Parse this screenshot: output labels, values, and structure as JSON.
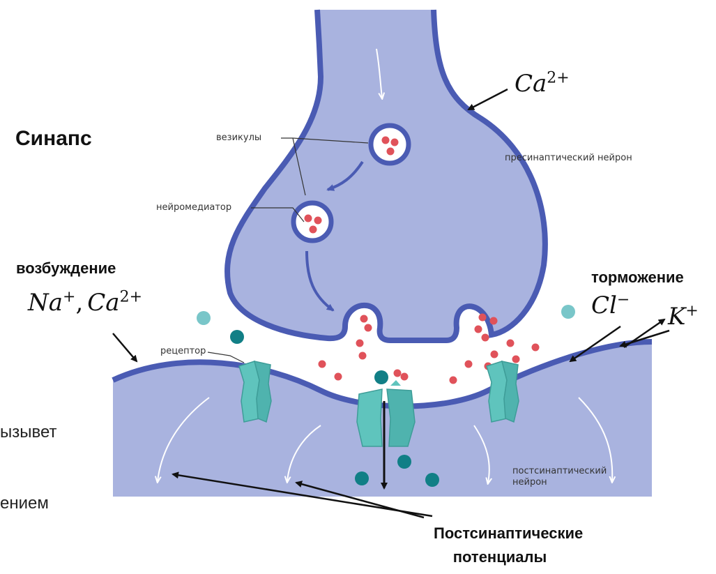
{
  "title": "Синапс",
  "labels": {
    "vesicles": "везикулы",
    "neurotransmitter": "нейромедиатор",
    "presynaptic": "пресинаптический нейрон",
    "receptor": "рецептор",
    "postsynaptic": "постсинаптический нейрон",
    "excitation": "возбуждение",
    "inhibition": "торможение",
    "postsynaptic_potentials": "Постсинаптические потенциалы",
    "cut_text_1": "ызывет",
    "cut_text_2": "ением"
  },
  "ions": {
    "ca_top_base": "Ca",
    "ca_top_sup": "2+",
    "na_base": "Na",
    "na_sup": "+",
    "separator": ",",
    "ca_left_base": "Ca",
    "ca_left_sup": "2+",
    "cl_base": "Cl",
    "cl_sup": "−",
    "k_base": "K",
    "k_sup": "+"
  },
  "colors": {
    "membrane": "#4a5bb3",
    "neuron_fill": "#a9b3df",
    "cleft_fill": "#ffffff",
    "vesicle_dot": "#e0525a",
    "receptor": "#5fc4bd",
    "ion_dark": "#117f86",
    "ion_light": "#79c6c9",
    "arrow": "#111111"
  }
}
